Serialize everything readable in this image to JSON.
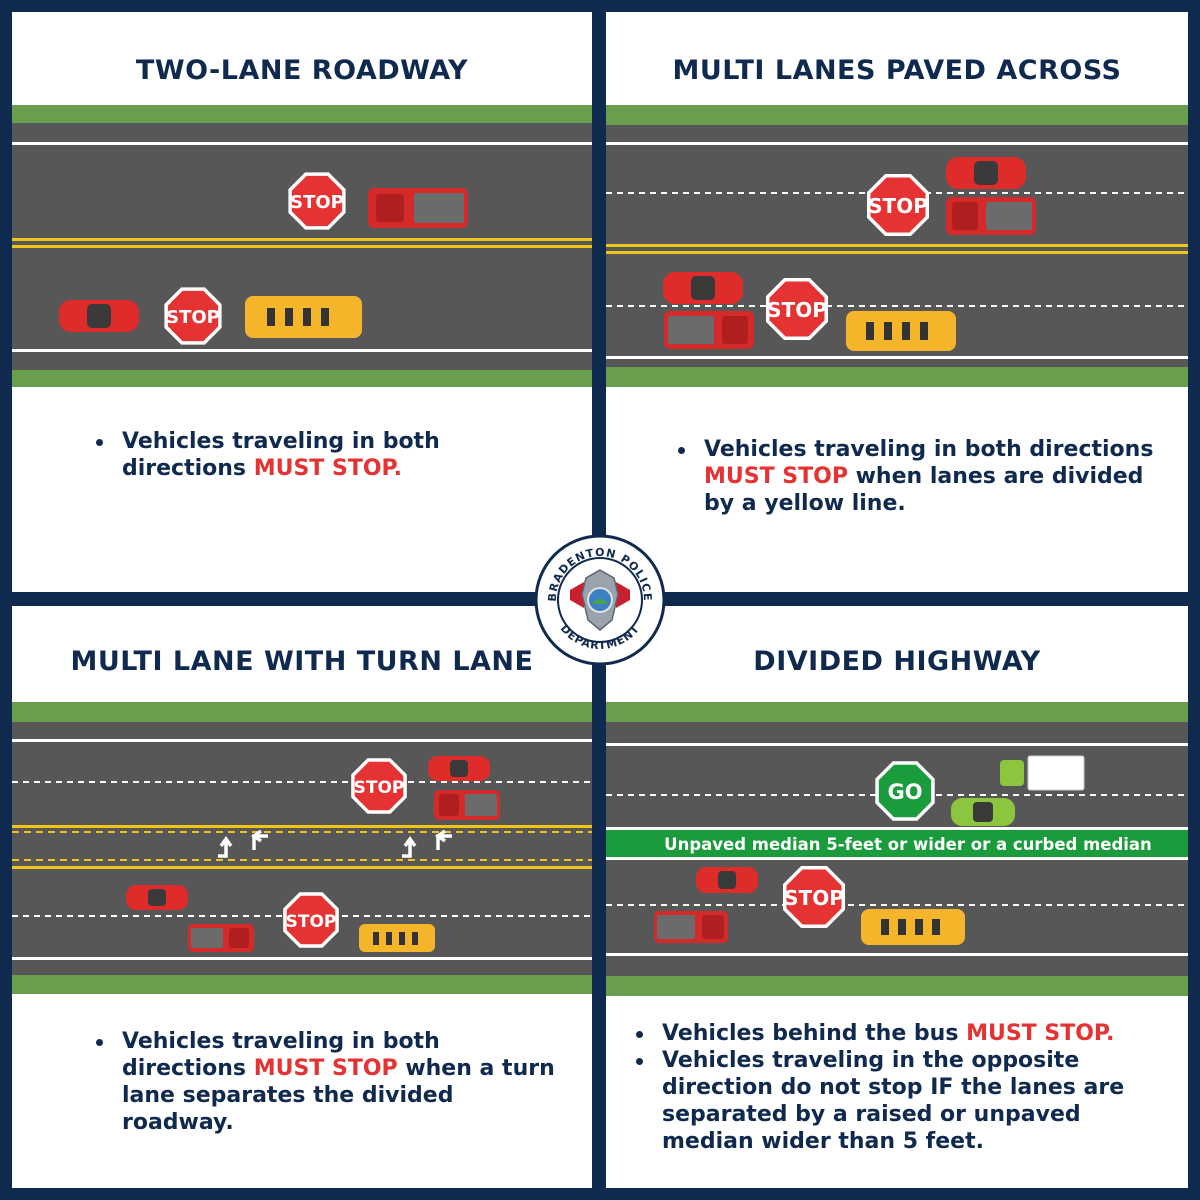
{
  "colors": {
    "navy": "#0f2a4e",
    "grass": "#6a9e4f",
    "asphalt": "#575757",
    "yellow": "#f0c419",
    "red_text": "#e53232",
    "stop_red": "#e53232",
    "go_green": "#1a9c3c",
    "median_green": "#1a9c3c"
  },
  "panels": [
    {
      "title": "TWO-LANE ROADWAY",
      "bullets": [
        {
          "pre": "Vehicles traveling in both directions ",
          "em": "MUST STOP.",
          "post": ""
        }
      ]
    },
    {
      "title": "MULTI LANES PAVED ACROSS",
      "bullets": [
        {
          "pre": "Vehicles traveling in both directions ",
          "em": "MUST STOP",
          "post": " when lanes are divided by a yellow line."
        }
      ]
    },
    {
      "title": "MULTI LANE WITH TURN LANE",
      "bullets": [
        {
          "pre": "Vehicles traveling in both directions ",
          "em": "MUST STOP",
          "post": " when a turn lane separates the divided roadway."
        }
      ]
    },
    {
      "title": "DIVIDED HIGHWAY",
      "bullets": [
        {
          "pre": "Vehicles behind the bus ",
          "em": "MUST STOP.",
          "post": ""
        },
        {
          "pre": "Vehicles traveling in the opposite direction do not stop IF the lanes are separated by a raised or unpaved median wider than 5 feet.",
          "em": "",
          "post": ""
        }
      ]
    }
  ],
  "signs": {
    "stop": "STOP",
    "go": "GO"
  },
  "median_label": "Unpaved median 5-feet or wider or a curbed median",
  "badge": {
    "top_text": "BRADENTON POLICE",
    "bottom_text": "DEPARTMENT"
  },
  "icons": {
    "stop_sign": "octagon-stop-sign-icon",
    "go_sign": "octagon-go-sign-icon",
    "turn_arrows": "turn-arrows-icon",
    "pickup": "pickup-truck-icon",
    "car": "car-icon",
    "bus": "school-bus-icon",
    "box_truck": "box-truck-icon",
    "badge": "police-badge-icon"
  }
}
